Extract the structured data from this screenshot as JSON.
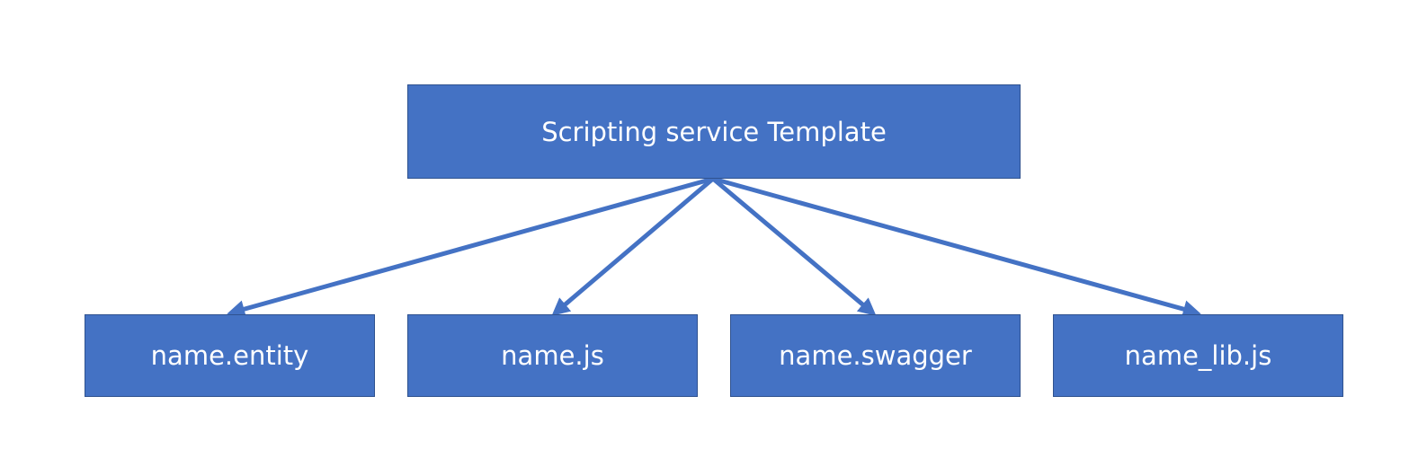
{
  "diagram": {
    "root": {
      "label": "Scripting service Template"
    },
    "children": [
      {
        "label": "name.entity"
      },
      {
        "label": "name.js"
      },
      {
        "label": "name.swagger"
      },
      {
        "label": "name_lib.js"
      }
    ]
  },
  "colors": {
    "box_fill": "#4472c4",
    "box_border": "#2f528f",
    "arrow": "#4472c4",
    "text": "#ffffff"
  }
}
